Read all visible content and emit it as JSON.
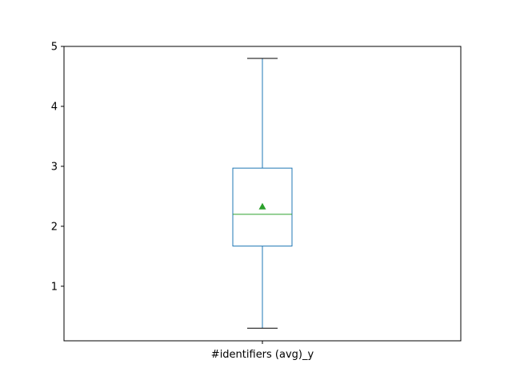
{
  "chart_data": {
    "type": "box",
    "categories": [
      "#identifiers (avg)_y"
    ],
    "boxes": [
      {
        "label": "#identifiers (avg)_y",
        "whisker_low": 0.3,
        "q1": 1.67,
        "median": 2.2,
        "q3": 2.97,
        "whisker_high": 4.8,
        "mean": 2.33
      }
    ],
    "ylim": [
      0.09,
      5.0
    ],
    "yticks": [
      1,
      2,
      3,
      4,
      5
    ],
    "ytick_labels": [
      "1",
      "2",
      "3",
      "4",
      "5"
    ],
    "title": "",
    "xlabel": "",
    "ylabel": "",
    "grid": false,
    "colors": {
      "box": "#1f77b4",
      "median": "#2ca02c",
      "mean_marker": "#2ca02c",
      "whisker_cap": "#000000",
      "axes": "#000000"
    }
  }
}
